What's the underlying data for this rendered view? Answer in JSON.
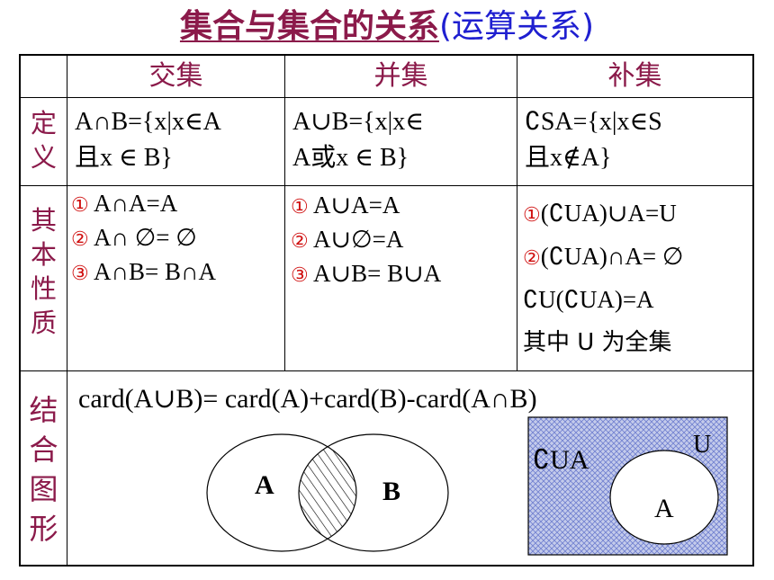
{
  "title": {
    "main": "集合与集合的关系",
    "paren": "(运算关系)"
  },
  "headers": [
    "交集",
    "并集",
    "补集"
  ],
  "row_labels": {
    "definition": [
      "定",
      "义"
    ],
    "properties": [
      "其",
      "本",
      "性",
      "质"
    ],
    "diagram": [
      "结",
      "合",
      "图",
      "形"
    ]
  },
  "definitions": {
    "intersection": [
      "A∩B={x|x∈A",
      "且x  ∈  B}"
    ],
    "union": [
      "A∪B={x|x∈",
      "A或x  ∈  B}"
    ],
    "complement": [
      "∁SA={x|x∈S",
      "且x∉A}"
    ]
  },
  "properties": {
    "intersection": [
      {
        "num": "①",
        "text": " A∩A=A"
      },
      {
        "num": "②",
        "text": " A∩ ∅=  ∅"
      },
      {
        "num": "③",
        "text": " A∩B= B∩A"
      }
    ],
    "union": [
      {
        "num": "①",
        "text": " A∪A=A"
      },
      {
        "num": "②",
        "text": " A∪∅=A"
      },
      {
        "num": "③",
        "text": " A∪B= B∪A"
      }
    ],
    "complement": [
      {
        "num": "①",
        "text": "(∁UA)∪A=U"
      },
      {
        "num": "②",
        "text": "(∁UA)∩A= ∅"
      },
      {
        "num": "",
        "text": "∁U(∁UA)=A"
      },
      {
        "num": "",
        "text": "其中 U 为全集"
      }
    ]
  },
  "cardinality": "card(A∪B)= card(A)+card(B)-card(A∩B)",
  "venn_union": {
    "left": "A",
    "right": "B"
  },
  "venn_complement": {
    "outside": "∁UA",
    "universe": "U",
    "inside": "A"
  },
  "colors": {
    "title": "#8b1a4a",
    "paren": "#1f1fd0",
    "numbers": "#d01010",
    "hatch_fill": "#9aa8dc"
  }
}
